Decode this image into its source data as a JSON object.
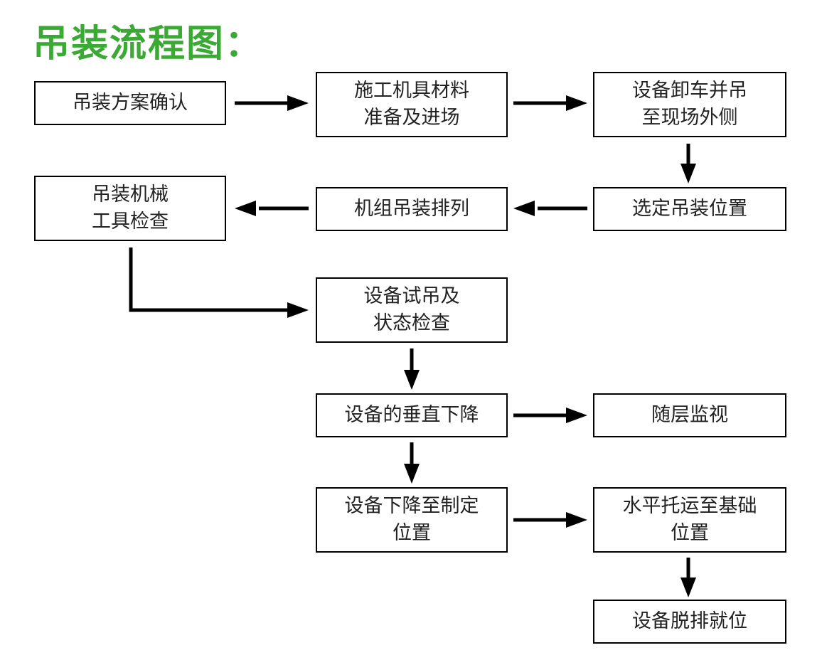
{
  "title": "吊装流程图：",
  "colors": {
    "title": "#3aaa35",
    "border": "#000000",
    "text": "#222222",
    "arrow": "#000000"
  },
  "nodes": {
    "confirm_plan": "吊装方案确认",
    "prepare_tools_line1": "施工机具材料",
    "prepare_tools_line2": "准备及进场",
    "unload_line1": "设备卸车并吊",
    "unload_line2": "至现场外侧",
    "select_position": "选定吊装位置",
    "arrange_units": "机组吊装排列",
    "inspect_tools_line1": "吊装机械",
    "inspect_tools_line2": "工具检查",
    "trial_lift_line1": "设备试吊及",
    "trial_lift_line2": "状态检查",
    "vertical_lower": "设备的垂直下降",
    "floor_monitor": "随层监视",
    "lower_to_pos_line1": "设备下降至制定",
    "lower_to_pos_line2": "位置",
    "horizontal_move_line1": "水平托运至基础",
    "horizontal_move_line2": "位置",
    "final_place": "设备脱排就位"
  }
}
